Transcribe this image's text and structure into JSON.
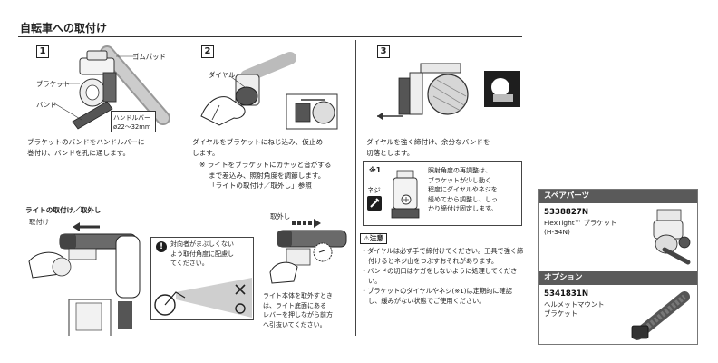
{
  "page_title": "自転車への取付け",
  "steps": [
    {
      "number": "1",
      "callouts": [
        "ゴムパッド",
        "ブラケット",
        "バンド",
        "ハンドルバー",
        "ø22〜32mm"
      ],
      "text_lines": [
        "ブラケットのバンドをハンドルバーに",
        "巻付け、バンドを孔に通します。"
      ]
    },
    {
      "number": "2",
      "callouts": [
        "ダイヤル"
      ],
      "text_lines": [
        "ダイヤルをブラケットにねじ込み、仮止め",
        "します。"
      ],
      "note_lines": [
        "※ ライトをブラケットにカチッと音がする",
        "まで差込み、照射角度を調節します。",
        "「ライトの取付け／取外し」参照"
      ]
    },
    {
      "number": "3",
      "text_lines": [
        "ダイヤルを強く締付け、余分なバンドを",
        "切落とします。"
      ],
      "note": {
        "mark": "※1",
        "label": "ネジ",
        "lines": [
          "照射角度の再調整は、",
          "ブラケットが少し動く",
          "程度にダイヤルやネジを",
          "緩めてから調整し、しっ",
          "かり締付け固定します。"
        ]
      }
    }
  ],
  "mount_section": {
    "title": "ライトの取付け／取外し",
    "attach_label": "取付け",
    "detach_label": "取外し",
    "warning_lines": [
      "対向者がまぶしくない",
      "よう取付角度に配慮し",
      "てください。"
    ],
    "detach_lines": [
      "ライト本体を取外すとき",
      "は、ライト底面にある",
      "レバーを押しながら前方",
      "へ引抜いてください。"
    ]
  },
  "caution": {
    "heading": "⚠注意",
    "items": [
      "・ダイヤルは必ず手で締付けてください。工具で強く締付けるとネジ山をつぶすおそれがあります。",
      "・バンドの切口はケガをしないように処理してください。",
      "・ブラケットのダイヤルやネジ(※1)は定期的に確認し、緩みがない状態でご使用ください。"
    ]
  },
  "side_panel": {
    "spare_heading": "スペアパーツ",
    "spare_code": "5338827N",
    "spare_name_lines": [
      "FlexTight™ ブラケット",
      "(H-34N)"
    ],
    "option_heading": "オプション",
    "option_code": "5341831N",
    "option_name_lines": [
      "ヘルメットマウント",
      "ブラケット"
    ]
  }
}
